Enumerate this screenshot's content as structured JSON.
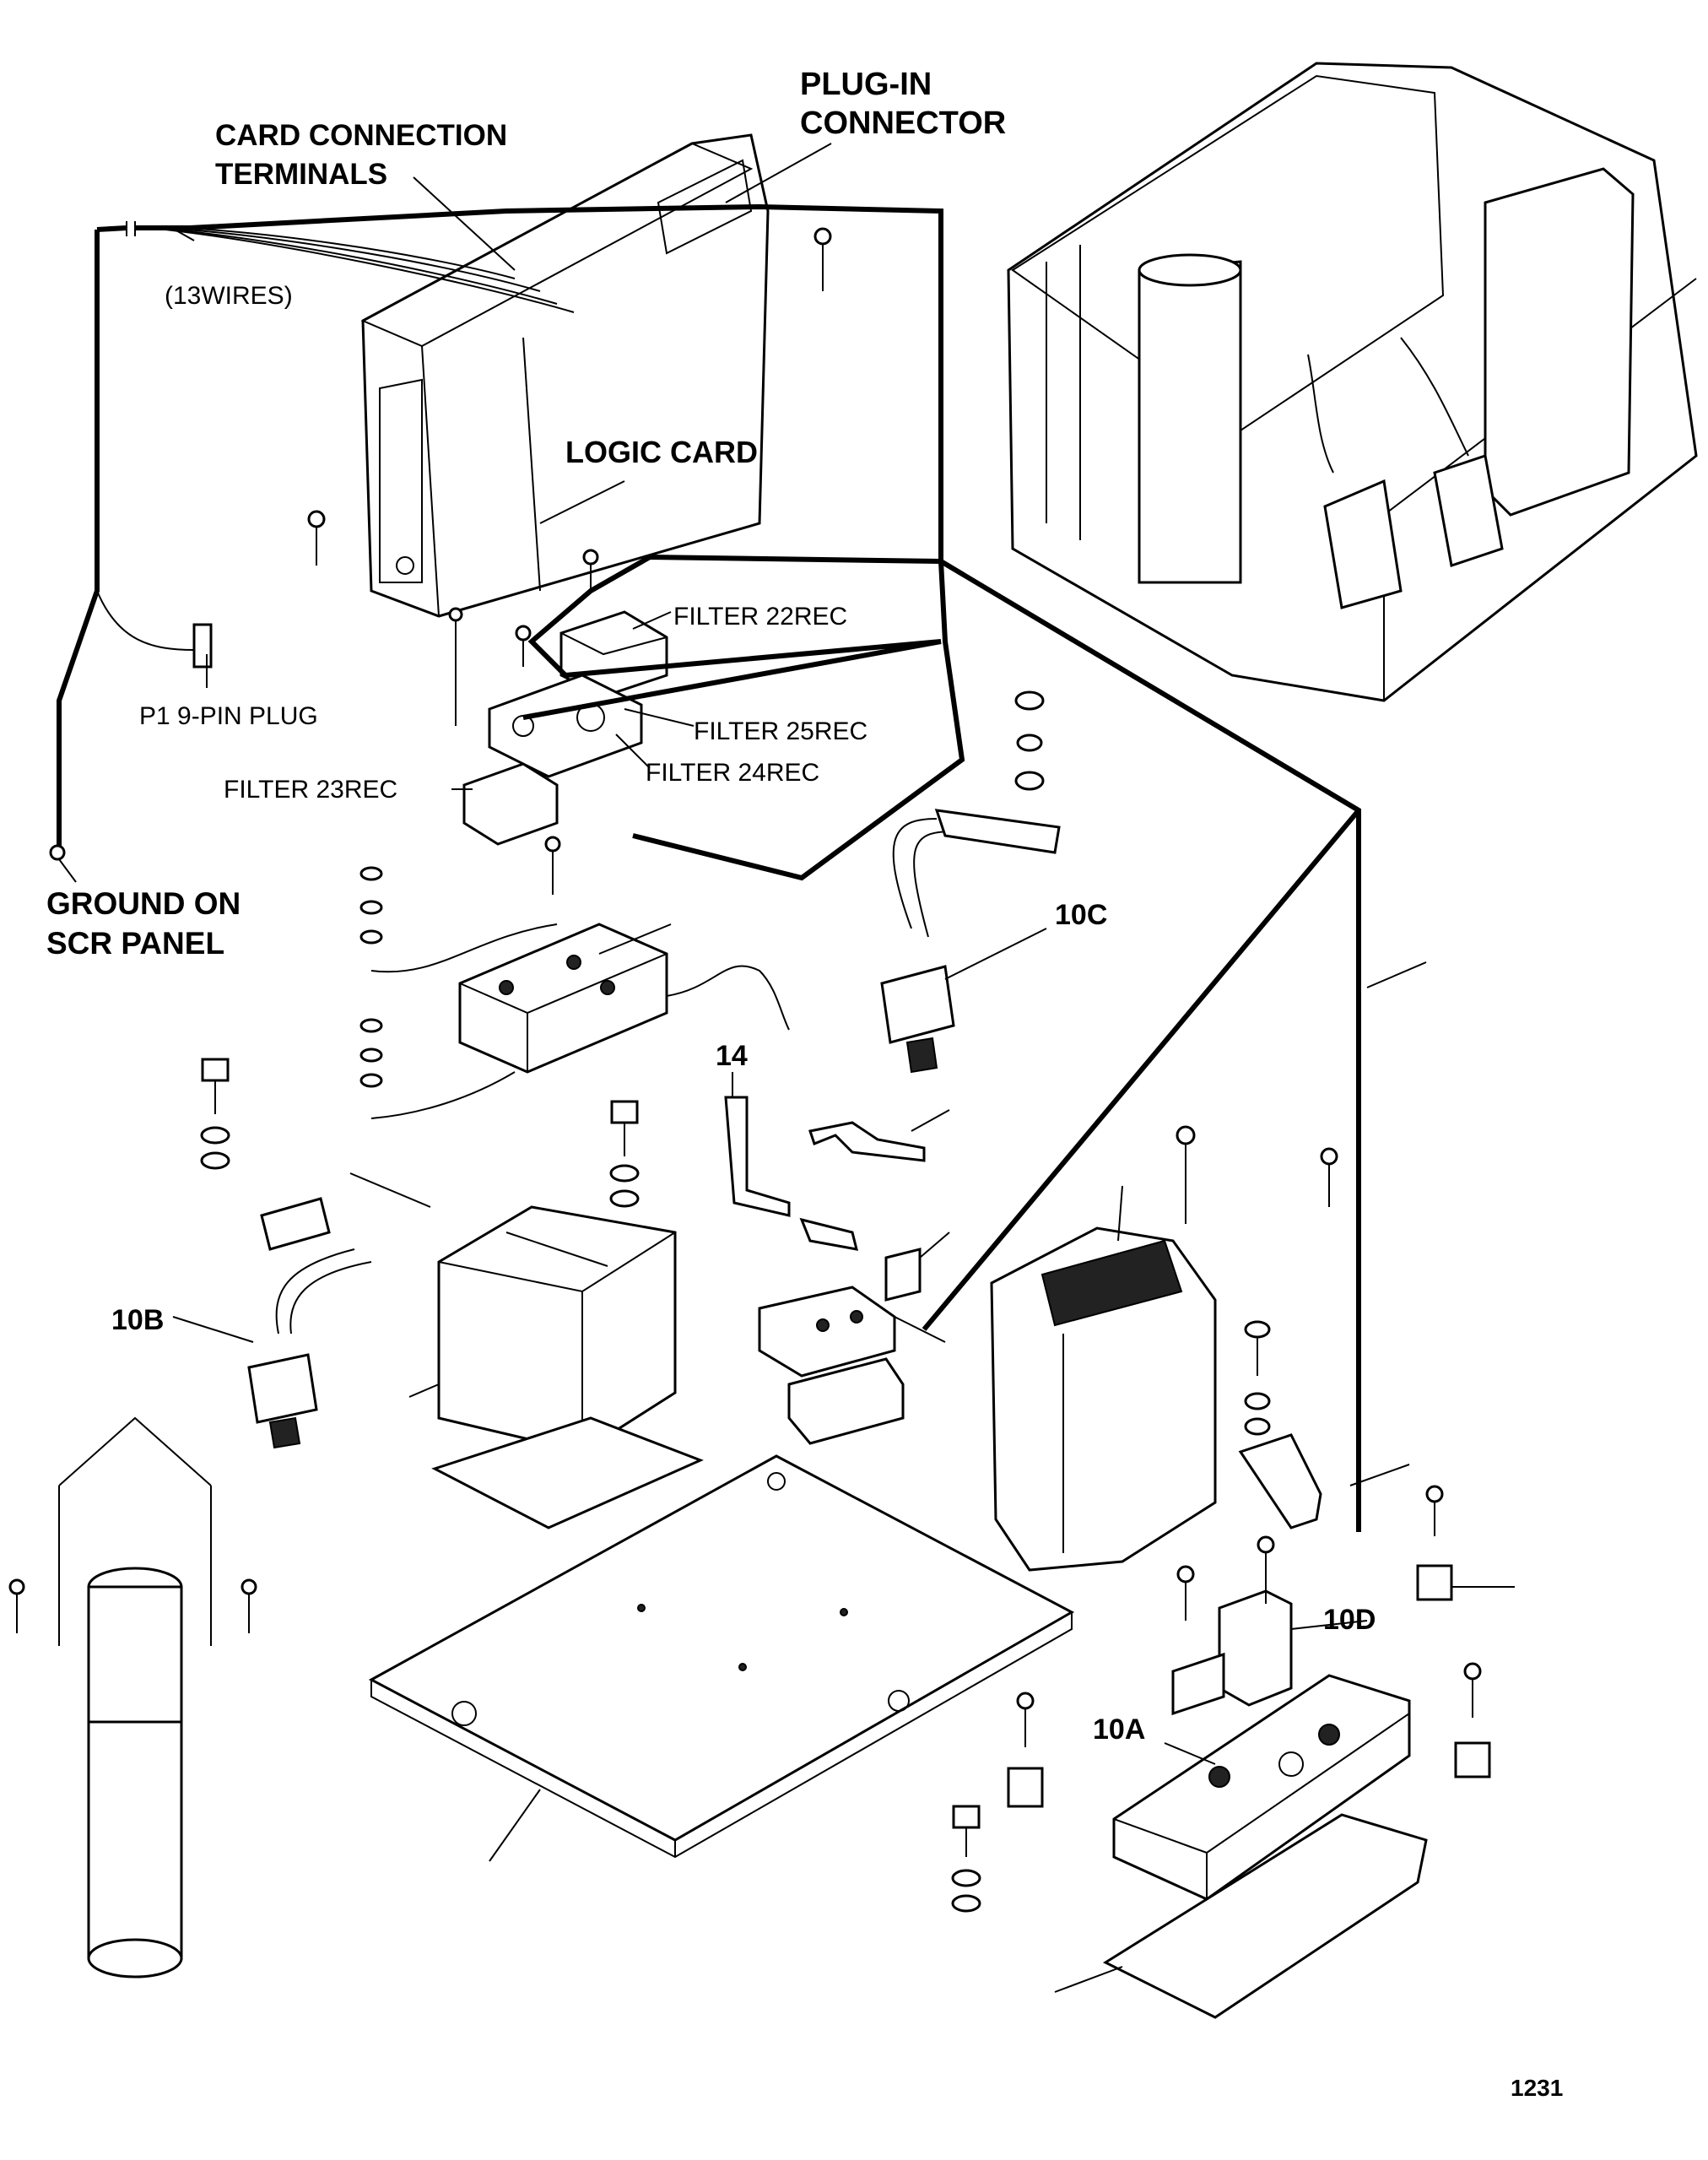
{
  "labels": {
    "plug_in_connector": [
      "PLUG-IN",
      "CONNECTOR"
    ],
    "card_connection_terminals": [
      "CARD CONNECTION",
      "TERMINALS"
    ],
    "thirteen_wires": "(13WIRES)",
    "logic_card": "LOGIC CARD",
    "filter_22rec": "FILTER 22REC",
    "filter_25rec": "FILTER 25REC",
    "filter_24rec": "FILTER 24REC",
    "filter_23rec": "FILTER 23REC",
    "p1_plug": "P1 9-PIN PLUG",
    "ground_on_scr_panel": [
      "GROUND ON",
      "SCR PANEL"
    ],
    "part_10c": "10C",
    "part_14": "14",
    "part_10b": "10B",
    "part_10d": "10D",
    "part_10a": "10A",
    "figure_number": "1231"
  }
}
